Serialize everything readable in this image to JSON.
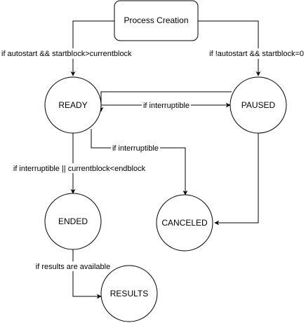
{
  "nodes": {
    "process_creation": "Process Creation",
    "ready": "READY",
    "paused": "PAUSED",
    "ended": "ENDED",
    "canceled": "CANCELED",
    "results": "RESULTS"
  },
  "edges": {
    "creation_to_ready": "if autostart && startblock>currentblock",
    "creation_to_paused": "if !autostart && startblock=0",
    "ready_to_paused": "if interruptible",
    "ready_to_canceled": "if interruptible",
    "ready_to_ended": "if interruptible || currentblock<endblock",
    "ended_to_results": "if results are available"
  }
}
